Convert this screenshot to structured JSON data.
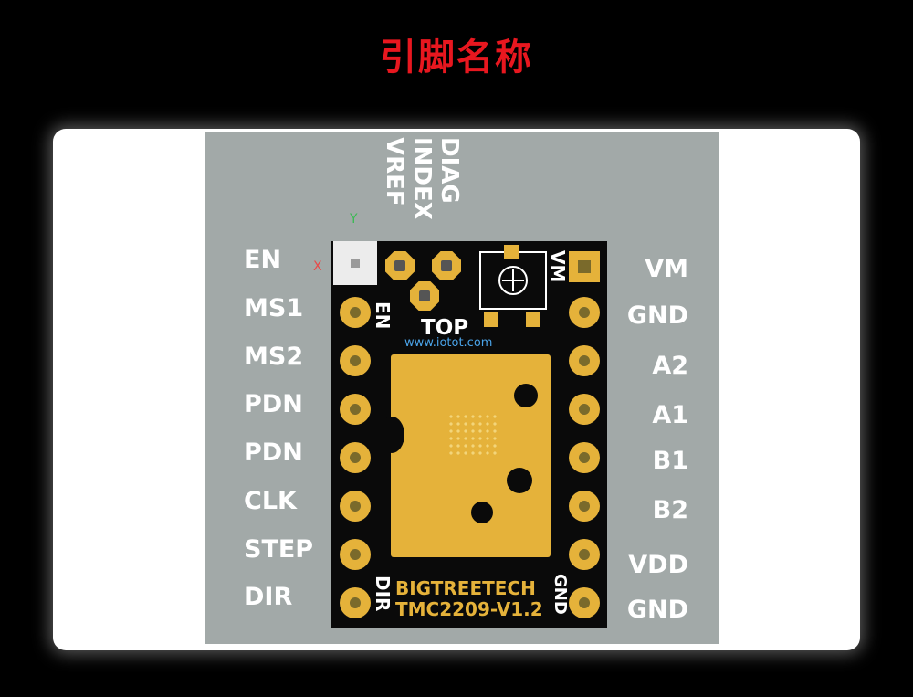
{
  "title": "引脚名称",
  "left_pins": [
    "EN",
    "MS1",
    "MS2",
    "PDN",
    "PDN",
    "CLK",
    "STEP",
    "DIR"
  ],
  "right_pins": [
    "VM",
    "GND",
    "A2",
    "A1",
    "B1",
    "B2",
    "VDD",
    "GND"
  ],
  "top_pins": [
    "DIAG",
    "INDEX",
    "VREF"
  ],
  "board": {
    "top_label": "TOP",
    "url": "www.iotot.com",
    "brand": "BIGTREETECH",
    "model": "TMC2209-V1.2",
    "silk_en": "EN",
    "silk_dir": "DIR",
    "silk_gnd": "GND",
    "silk_vm": "VM"
  },
  "axes": {
    "x": "X",
    "y": "Y"
  },
  "colors": {
    "title": "#e8171f",
    "pad": "#e5b23a",
    "panel": "#a2a9a8",
    "url": "#4aa3e8"
  }
}
